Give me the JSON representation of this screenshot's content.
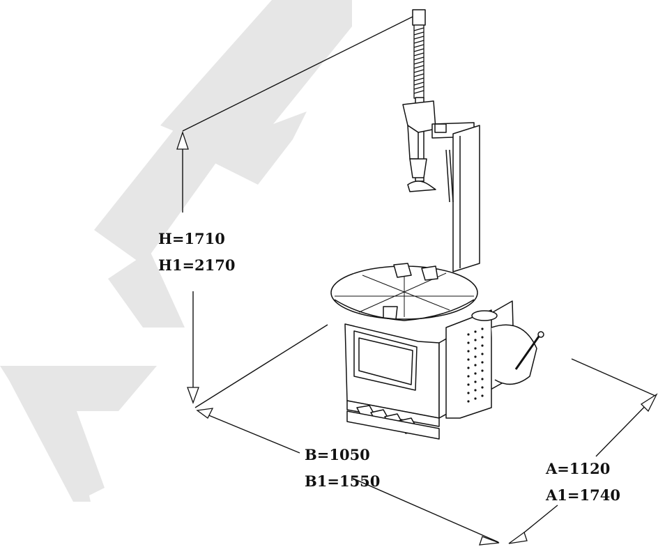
{
  "dimensions": {
    "height": {
      "label_1": "H=1710",
      "label_2": "H1=2170"
    },
    "width_b": {
      "label_1": "B=1050",
      "label_2": "B1=1550"
    },
    "width_a": {
      "label_1": "A=1120",
      "label_2": "A1=1740"
    }
  },
  "colors": {
    "line": "#111111",
    "watermark": "#e6e6e6",
    "background": "#ffffff"
  }
}
